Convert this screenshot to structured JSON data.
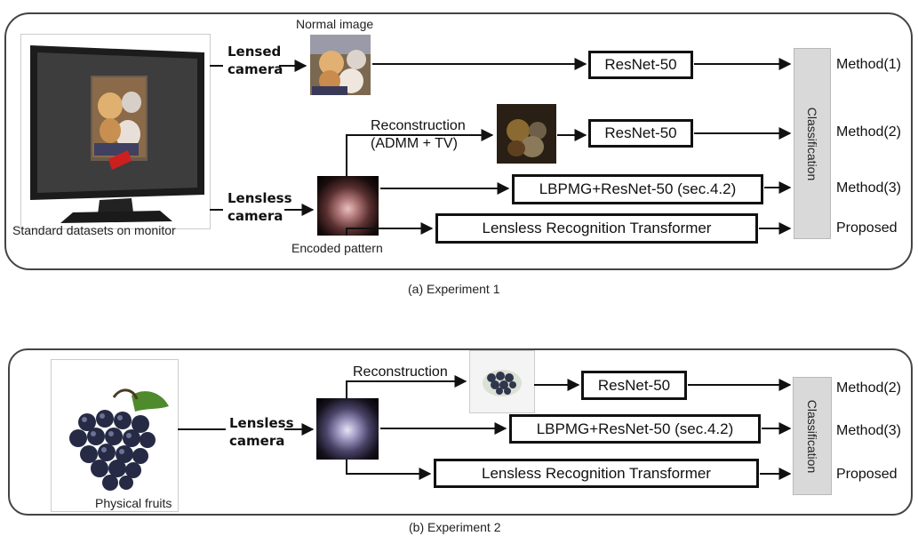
{
  "experiment1": {
    "caption": "(a) Experiment 1",
    "monitor_label": "Standard datasets on monitor",
    "normal_image_label": "Normal image",
    "encoded_pattern_label": "Encoded pattern",
    "lensed_camera": [
      "Lensed",
      "camera"
    ],
    "lensless_camera": [
      "Lensless",
      "camera"
    ],
    "reconstruction": [
      "Reconstruction",
      "(ADMM + TV)"
    ],
    "box_resnet_top": "ResNet-50",
    "box_resnet_mid": "ResNet-50",
    "box_lbpmg": "LBPMG+ResNet-50 (sec.4.2)",
    "box_transformer": "Lensless Recognition Transformer",
    "classification": "Classification",
    "outputs": [
      "Method(1)",
      "Method(2)",
      "Method(3)",
      "Proposed"
    ]
  },
  "experiment2": {
    "caption": "(b) Experiment 2",
    "fruit_label": "Physical fruits",
    "lensless_camera": [
      "Lensless",
      "camera"
    ],
    "reconstruction": "Reconstruction",
    "box_resnet": "ResNet-50",
    "box_lbpmg": "LBPMG+ResNet-50 (sec.4.2)",
    "box_transformer": "Lensless Recognition Transformer",
    "classification": "Classification",
    "outputs": [
      "Method(2)",
      "Method(3)",
      "Proposed"
    ]
  }
}
